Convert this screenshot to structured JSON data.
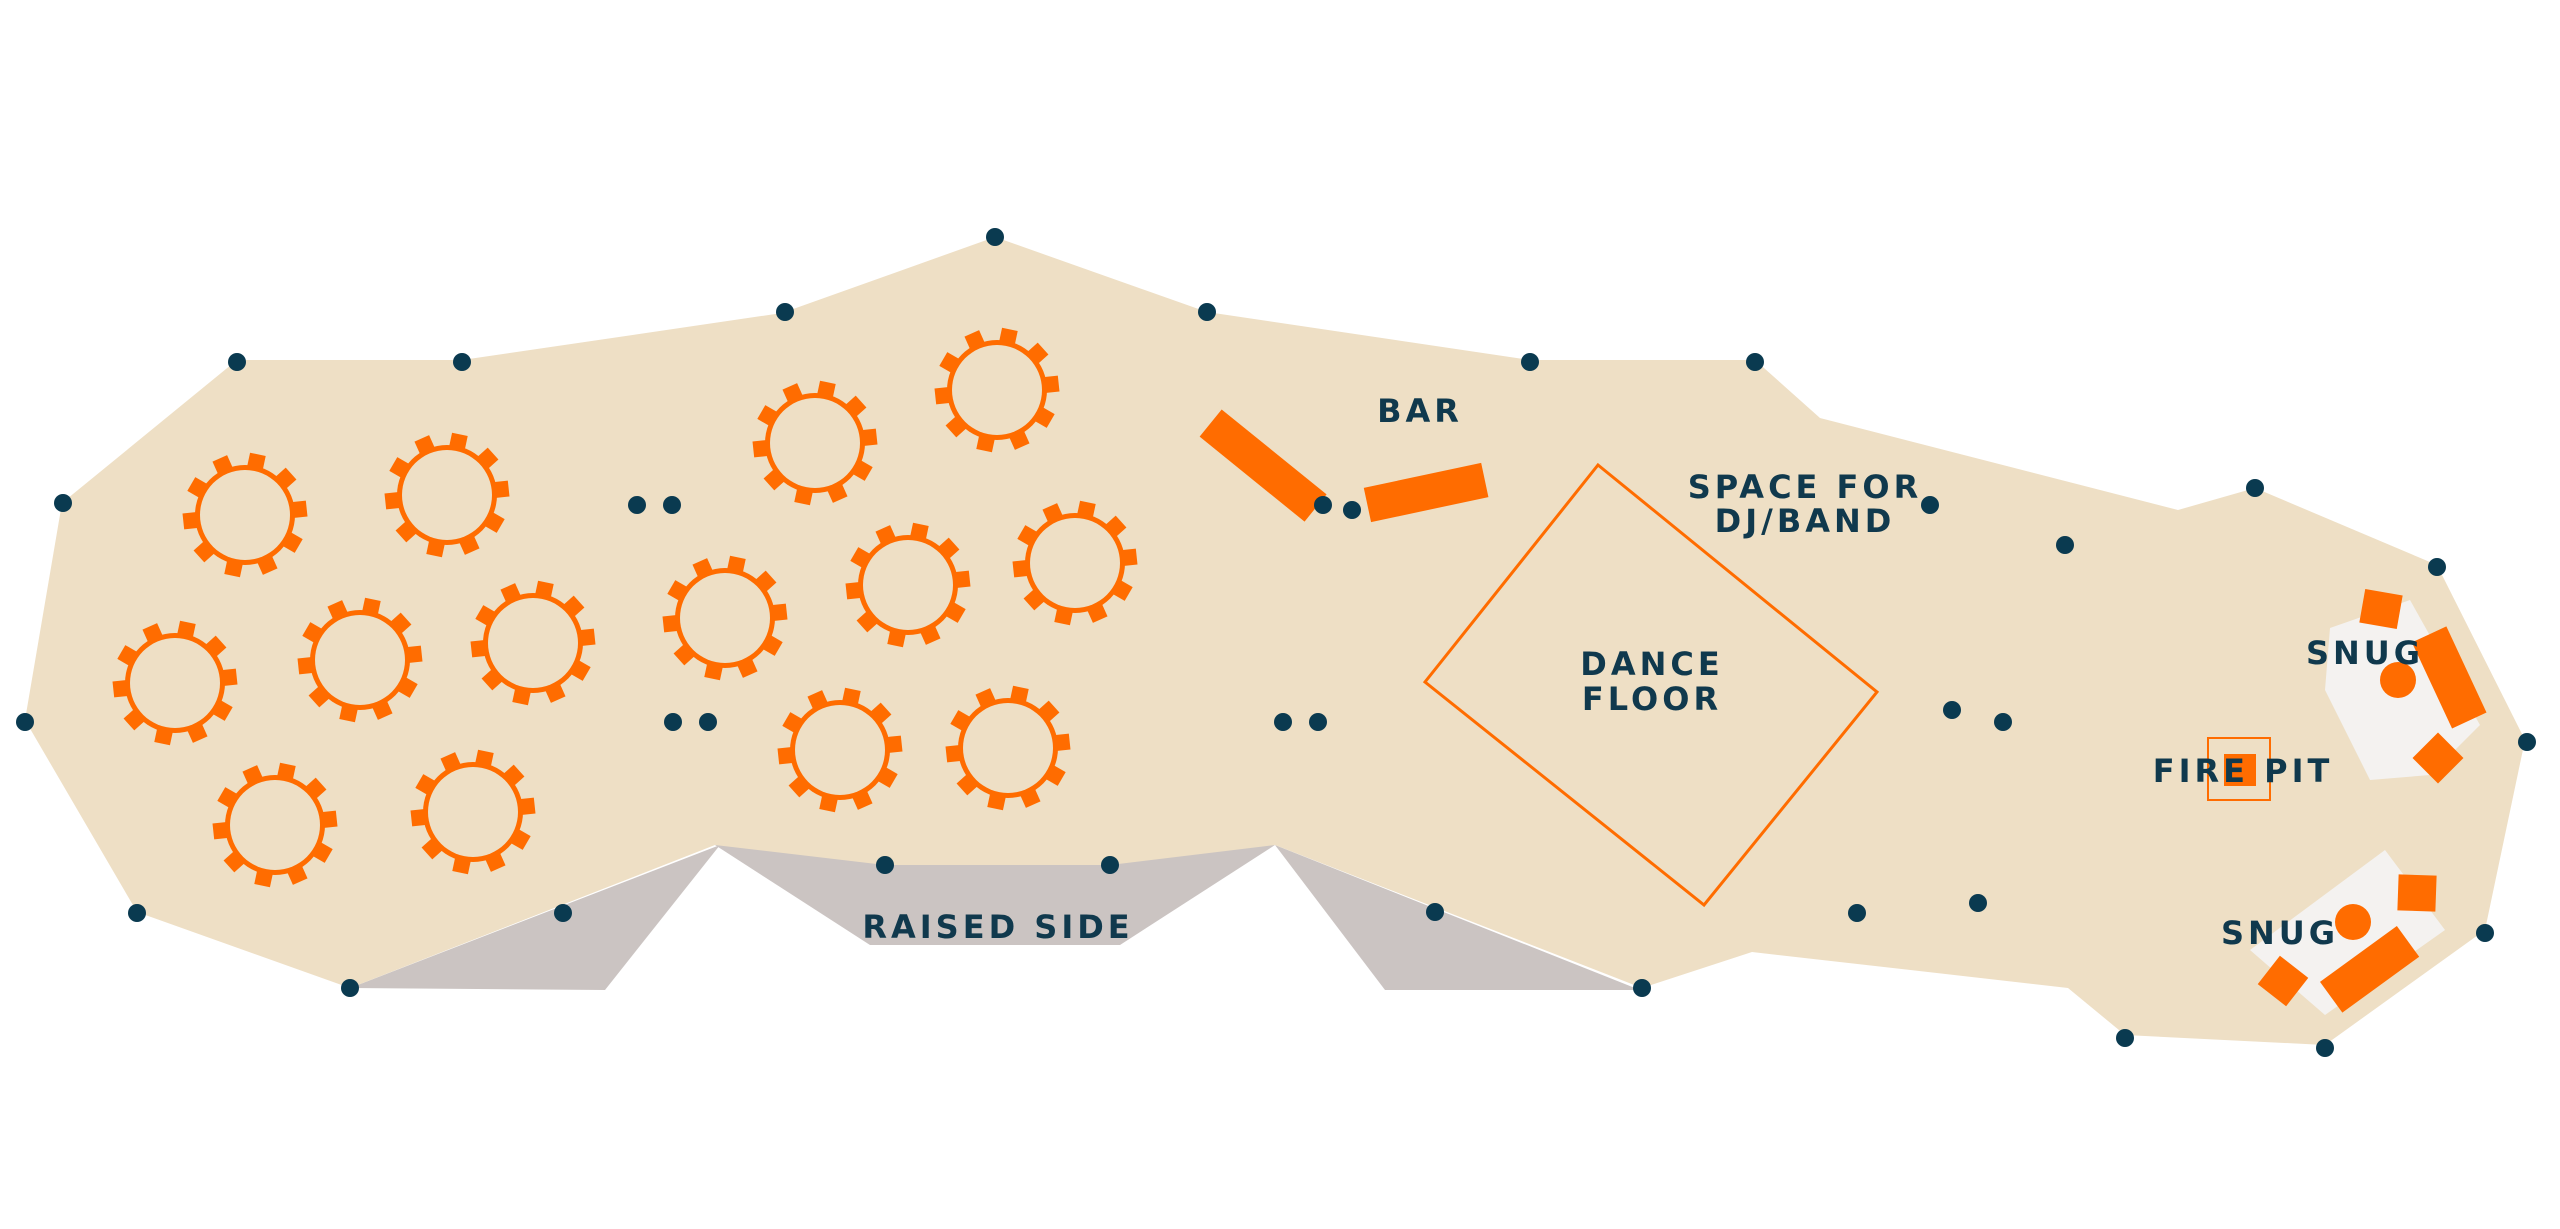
{
  "labels": {
    "bar": "BAR",
    "dj_line1": "SPACE FOR",
    "dj_line2": "DJ/BAND",
    "dance_line1": "DANCE",
    "dance_line2": "FLOOR",
    "snug_top": "SNUG",
    "snug_bottom": "SNUG",
    "fire_pit": "FIRE PIT",
    "raised_side": "RAISED SIDE"
  },
  "colors": {
    "floor": "#eedfc5",
    "raised": "#cbc4c2",
    "furniture": "#ff6c00",
    "post": "#0a3a50",
    "label": "#10394d",
    "snug_area": "#f4f2f0"
  }
}
